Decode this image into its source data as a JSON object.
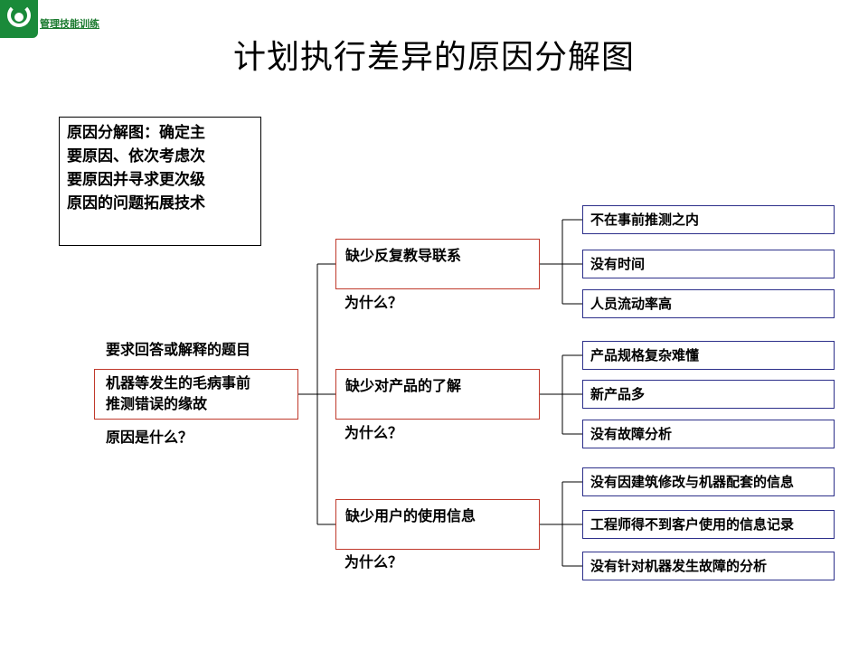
{
  "header": {
    "brand": "管理技能训练",
    "title": "计划执行差异的原因分解图"
  },
  "note": {
    "lines": [
      "原因分解图：确定主",
      "要原因、依次考虑次",
      "要原因并寻求更次级",
      "原因的问题拓展技术"
    ]
  },
  "root": {
    "question_label": "要求回答或解释的题目",
    "lines": [
      "机器等发生的毛病事前",
      "推测错误的缘故"
    ],
    "cause_label": "原因是什么？"
  },
  "branches": [
    {
      "text": "缺少反复教导联系",
      "why": "为什么？",
      "leaves": [
        "不在事前推测之内",
        "没有时间",
        "人员流动率高"
      ]
    },
    {
      "text": "缺少对产品的了解",
      "why": "为什么？",
      "leaves": [
        "产品规格复杂难懂",
        "新产品多",
        "没有故障分析"
      ]
    },
    {
      "text": "缺少用户的使用信息",
      "why": "为什么？",
      "leaves": [
        "没有因建筑修改与机器配套的信息",
        "工程师得不到客户使用的信息记录",
        "没有针对机器发生故障的分析"
      ]
    }
  ],
  "colors": {
    "brand_green": "#1a7a2e",
    "box_red": "#c0392b",
    "box_blue": "#2c2f8a"
  }
}
